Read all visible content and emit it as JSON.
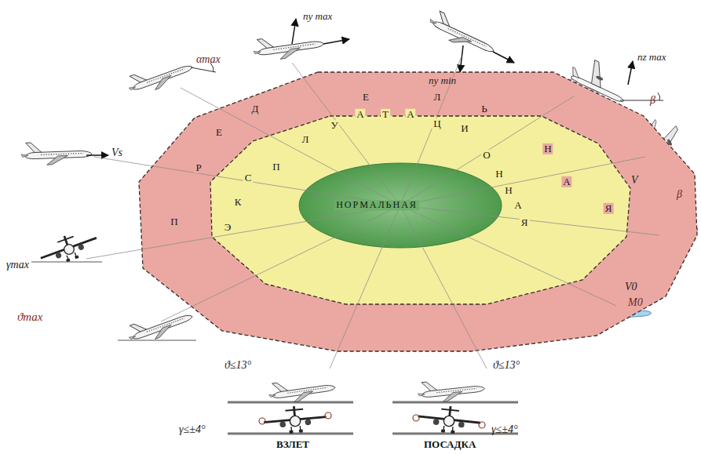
{
  "diagram": {
    "nodes": [
      {
        "text": [
          "П",
          "Р",
          "Е",
          "Д",
          "Е",
          "Л",
          "Ь",
          "Н",
          "А",
          "Я"
        ]
      },
      {
        "text": [
          "Э",
          "К",
          "С",
          "П",
          "Л",
          "У",
          "А",
          "Т",
          "А",
          "Ц",
          "И",
          "О",
          "Н",
          "Н",
          "А",
          "Я"
        ],
        "in": 0
      },
      {
        "text": [
          "НОРМАЛЬНАЯ"
        ],
        "in": 1
      }
    ],
    "labels": [
      "αmax",
      "ny max",
      "ny min",
      "nz max",
      "β",
      "Vs",
      "V",
      "β",
      "γmax",
      "V0",
      "M0",
      "ϑmax",
      "ϑ≤13°",
      "ϑ≤13°",
      "γ≤±4°",
      "γ≤±4°",
      "ВЗЛЕТ",
      "ПОСАДКА"
    ]
  }
}
